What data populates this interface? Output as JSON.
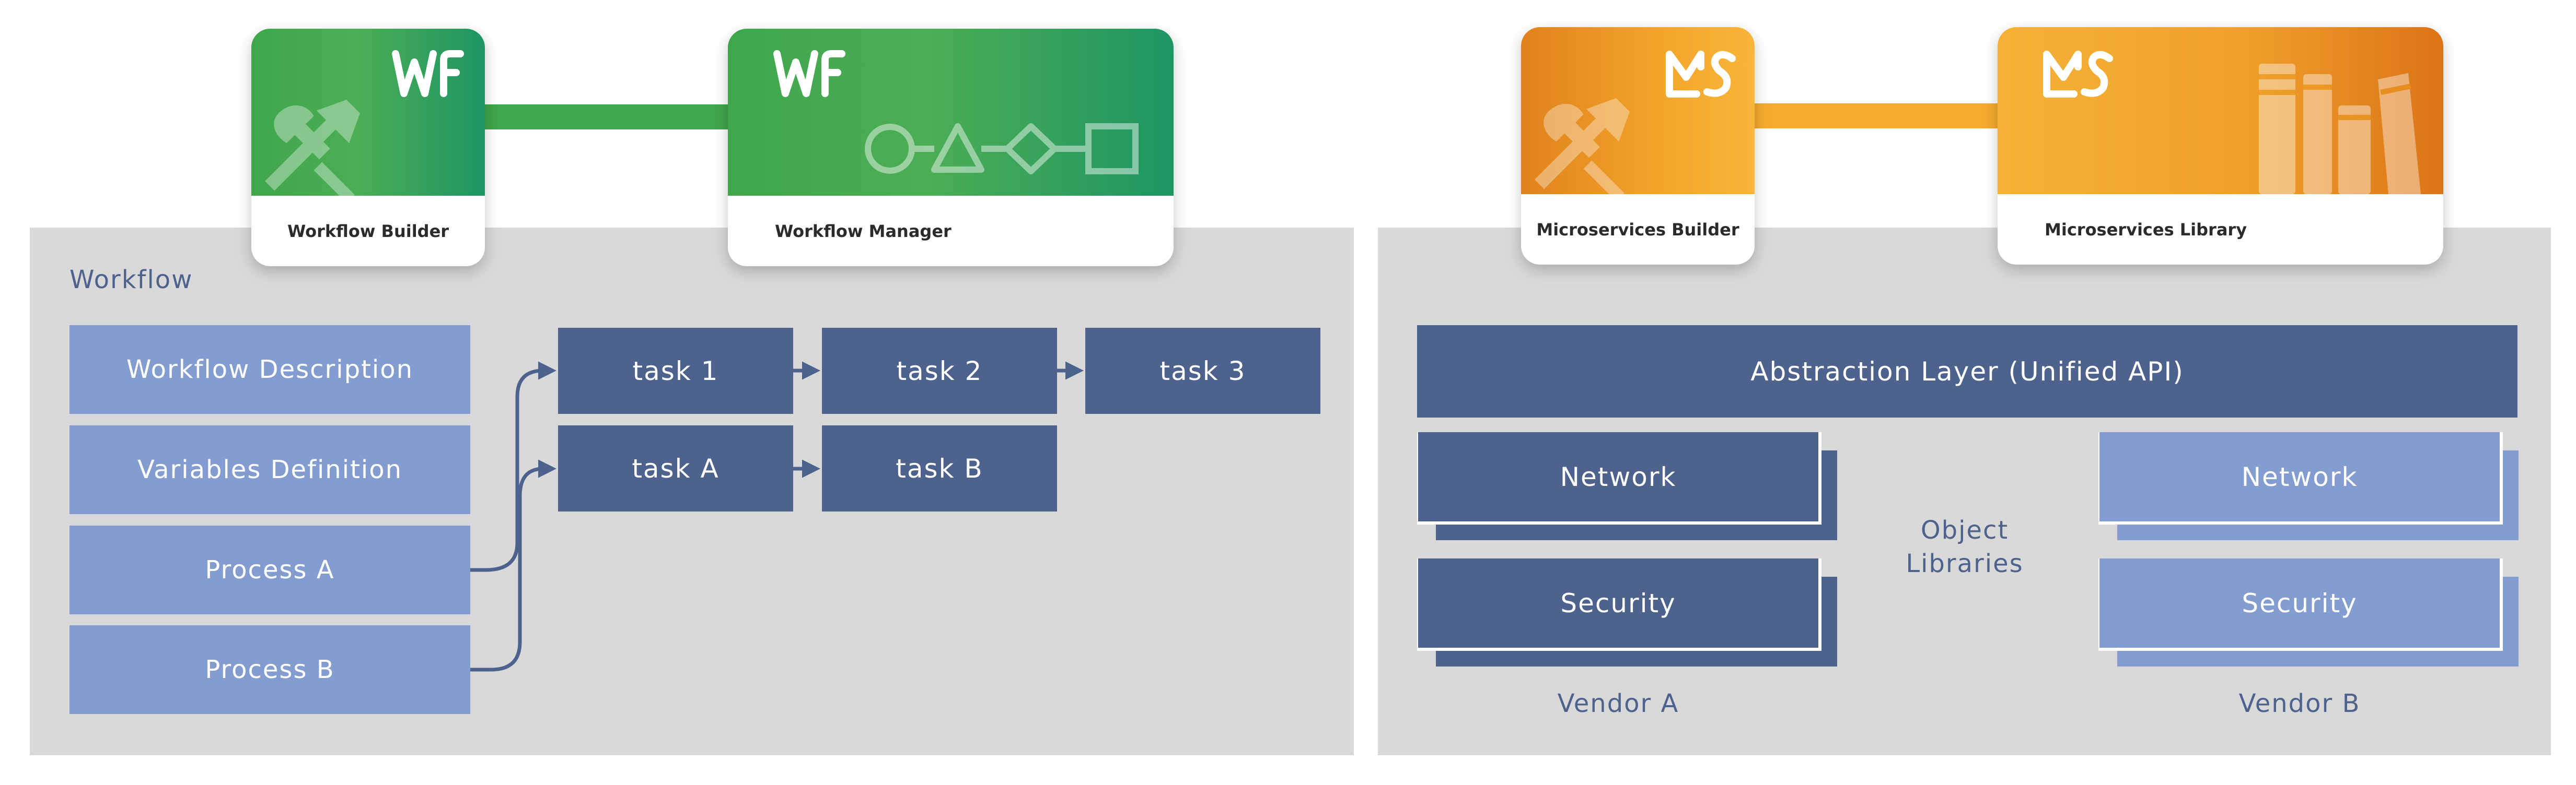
{
  "colors": {
    "panel": "#d9d9d9",
    "dark_box": "#4d628c",
    "light_box": "#849dd0",
    "green": "#3fa64c",
    "orange": "#f3a52b"
  },
  "cards": {
    "workflow_builder": {
      "label": "Workflow Builder",
      "logo": "WF",
      "icon": "tools-icon"
    },
    "workflow_manager": {
      "label": "Workflow Manager",
      "logo": "WF",
      "icon": "workflow-shapes-icon"
    },
    "microservices_builder": {
      "label": "Microservices Builder",
      "logo": "MS",
      "icon": "tools-icon"
    },
    "microservices_library": {
      "label": "Microservices Library",
      "logo": "MS",
      "icon": "books-icon"
    }
  },
  "workflow_panel": {
    "title": "Workflow",
    "left_items": [
      "Workflow Description",
      "Variables Definition",
      "Process A",
      "Process B"
    ],
    "tasks_row1": [
      "task 1",
      "task 2",
      "task 3"
    ],
    "tasks_row2": [
      "task A",
      "task B"
    ]
  },
  "microservices_panel": {
    "abstraction": "Abstraction Layer (Unified API)",
    "object_libraries": [
      "Object",
      "Libraries"
    ],
    "vendor_a": {
      "label": "Vendor A",
      "items": [
        "Network",
        "Security"
      ]
    },
    "vendor_b": {
      "label": "Vendor B",
      "items": [
        "Network",
        "Security"
      ]
    }
  }
}
